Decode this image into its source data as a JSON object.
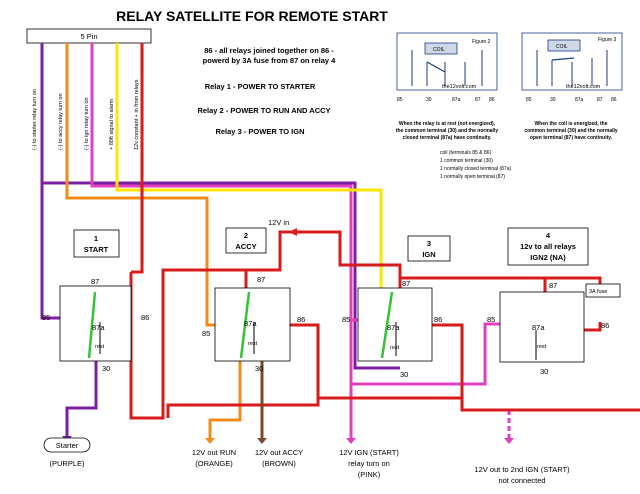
{
  "title": "RELAY SATELLITE FOR REMOTE START",
  "notes": {
    "line1": "86 - all relays joined together on 86 -",
    "line2": "powerd by 3A fuse from 87 on relay 4",
    "relay1": "Relay 1 - POWER TO STARTER",
    "relay2": "Relay 2 - POWER TO RUN AND ACCY",
    "relay3": "Relay 3 - POWER TO IGN"
  },
  "connector": {
    "label": "5 Pin",
    "wires": [
      {
        "label": "(-) to starter relay turn on",
        "color": "#7b1fa2"
      },
      {
        "label": "(-) to accy relay turn on",
        "color": "#f28c18"
      },
      {
        "label": "(-) to ign relay turn on",
        "color": "#e040c0"
      },
      {
        "label": "+ 80ft signal to alarm",
        "color": "#35c235"
      },
      {
        "label": "12v constant + in from relays",
        "color": "#d81b1b"
      }
    ]
  },
  "figures": {
    "fig2": {
      "label": "Figure 2",
      "coil": "COIL",
      "pins": [
        "85",
        "30",
        "87a",
        "87",
        "86"
      ],
      "caption": [
        "When the relay is at rest (not energized),",
        "the common terminal (30) and the normally",
        "closed terminal (87a) have continuity."
      ]
    },
    "fig3": {
      "label": "Figure 3",
      "coil": "COIL",
      "pins": [
        "85",
        "30",
        "87a",
        "87",
        "86"
      ],
      "caption": [
        "When the coil is energized, the",
        "common terminal (30) and the normally",
        "open terminal (87) have continuity."
      ]
    },
    "watermark": "the12volt.com",
    "legend": [
      "coil (terminals 85 & 86)",
      "1 common terminal (30)",
      "1 normally closed terminal (87a)",
      "1 normally open terminal (87)"
    ]
  },
  "relays": [
    {
      "number": "1",
      "name": "START"
    },
    {
      "number": "2",
      "name": "ACCY"
    },
    {
      "number": "3",
      "name": "IGN"
    },
    {
      "number": "4",
      "name": "12v to all relays",
      "name2": "IGN2 (NA)"
    }
  ],
  "pins": {
    "p87": "87",
    "p87a": "87a",
    "p85": "85",
    "p86": "86",
    "p30": "30",
    "rest": "rest"
  },
  "labels": {
    "v12in": "12V in",
    "fuse": "3A fuse",
    "starter": "Starter",
    "starter_color": "(PURPLE)",
    "run": [
      "12V out RUN",
      "(ORANGE)"
    ],
    "accy": [
      "12V out ACCY",
      "(BROWN)"
    ],
    "ign": [
      "12V IGN (START)",
      "relay turn on",
      "(PINK)"
    ],
    "ign2": [
      "12V out to 2nd IGN (START)",
      "not connected"
    ]
  },
  "colors": {
    "red": "#d81b1b",
    "purple": "#7b1fa2",
    "orange": "#f28c18",
    "pink": "#e040c0",
    "yellow": "#ffe600",
    "green": "#35c235",
    "brown": "#7a4a2a",
    "blue": "#1e3a8a"
  }
}
